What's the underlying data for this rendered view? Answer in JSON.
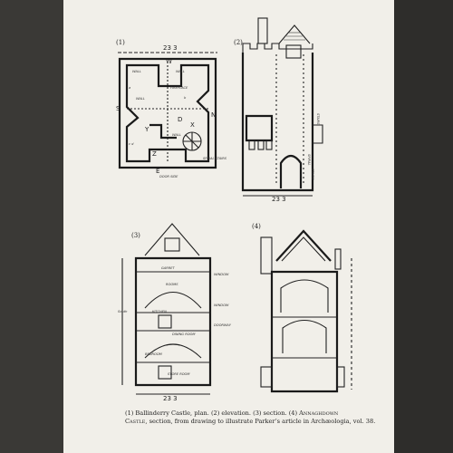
{
  "figures": {
    "fig1": {
      "number": "(1)",
      "dimension": "23 3",
      "labels": {
        "wall_tl": "WALL",
        "wall_tr": "WALL",
        "wall_top": "WALL",
        "fireplace": "FIREPLACE",
        "spiral_stairs": "SPIRAL STAIRS",
        "door_side": "DOOR SIDE",
        "wall_mid": "WALL",
        "wall_bottom": "WALL",
        "n": "N",
        "e": "E",
        "s": "S",
        "w": "W",
        "x": "X",
        "y": "Y",
        "z": "Z",
        "d": "D",
        "cd": "c d",
        "b": "b",
        "a": "a"
      }
    },
    "fig2": {
      "number": "(2)",
      "dimension": "23 3",
      "labels": {
        "stairs": "STAIRS",
        "spiral": "SPIRAL",
        "stairs2": "STAIRS"
      }
    },
    "fig3": {
      "number": "(3)",
      "dimension": "23 3",
      "labels": {
        "garret": "GARRET",
        "window": "WINDOW",
        "rooms": "ROOMS",
        "kitchen": "KITCHEN",
        "dining_room": "DINING ROOM",
        "bedroom": "BEDROOM",
        "storeroom": "STORE ROOM",
        "south": "South",
        "doorway": "DOORWAY",
        "window2": "WINDOW"
      }
    },
    "fig4": {
      "number": "(4)"
    }
  },
  "caption": {
    "line1_a": "(1) Ballinderry Castle, plan.   (2) elevation.   (3) section.   (4) ",
    "line1_b": "Annaghdown",
    "line2_a": "Castle",
    "line2_b": ", section, from drawing to illustrate Parker’s article in Archæologia, vol. 38."
  }
}
